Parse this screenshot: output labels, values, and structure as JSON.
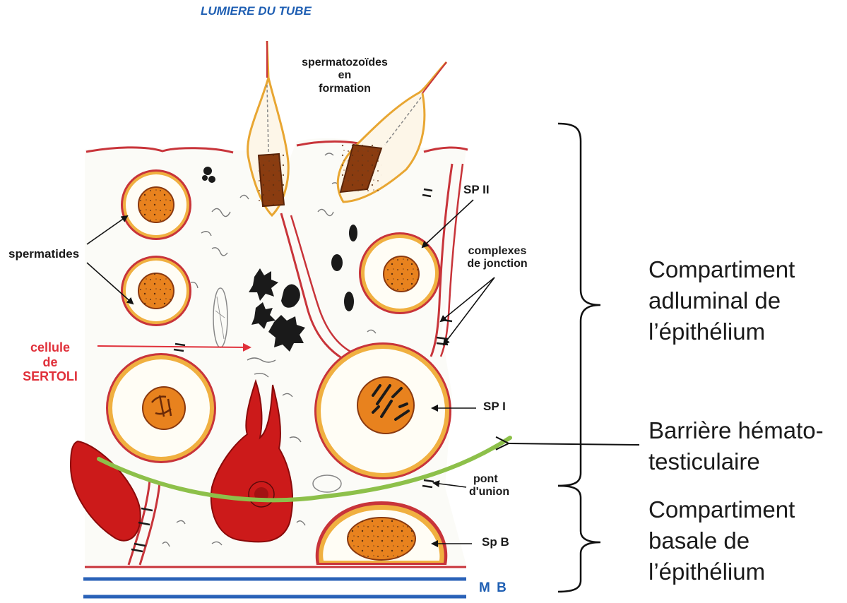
{
  "labels": {
    "lumen": "LUMIERE DU TUBE",
    "spermatozoa_line1": "spermatozoïdes",
    "spermatozoa_line2": "en",
    "spermatozoa_line3": "formation",
    "sp2": "SP II",
    "spermatids": "spermatides",
    "junctions_line1": "complexes",
    "junctions_line2": "de jonction",
    "sertoli_line1": "cellule",
    "sertoli_line2": "de",
    "sertoli_line3": "SERTOLI",
    "sp1": "SP I",
    "bridge_line1": "pont",
    "bridge_line2": "d'union",
    "spb": "Sp B",
    "mb": "M B"
  },
  "annotations": {
    "adluminal_line1": "Compartiment",
    "adluminal_line2": "adluminal de",
    "adluminal_line3": "l’épithélium",
    "barrier_line1": "Barrière hémato-",
    "barrier_line2": "testiculaire",
    "basal_line1": "Compartiment",
    "basal_line2": "basale de",
    "basal_line3": "l’épithélium"
  },
  "colors": {
    "membrane": "#c8343a",
    "cytoplasm_ring": "#f0b040",
    "nucleus": "#e8821e",
    "nucleus_dark": "#8a3a10",
    "red_cell": "#cc1a1a",
    "barrier": "#8dc04a",
    "basement": "#2a62b8",
    "label_blue": "#1f5fb3",
    "label_red": "#e0303a"
  }
}
